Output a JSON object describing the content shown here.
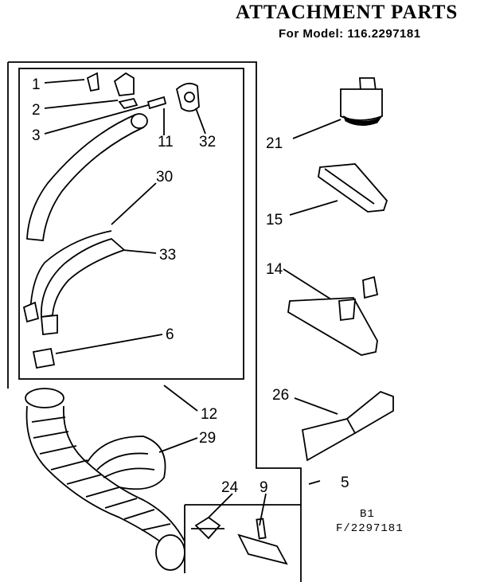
{
  "title": "ATTACHMENT PARTS",
  "subtitle": "For Model: 116.2297181",
  "ref_code_1": "B1",
  "ref_code_2": "F/2297181",
  "callouts": {
    "c1": "1",
    "c2": "2",
    "c3": "3",
    "c11": "11",
    "c32": "32",
    "c30": "30",
    "c33": "33",
    "c6": "6",
    "c12": "12",
    "c29": "29",
    "c24": "24",
    "c9": "9",
    "c5": "5",
    "c21": "21",
    "c15": "15",
    "c14": "14",
    "c26": "26"
  }
}
